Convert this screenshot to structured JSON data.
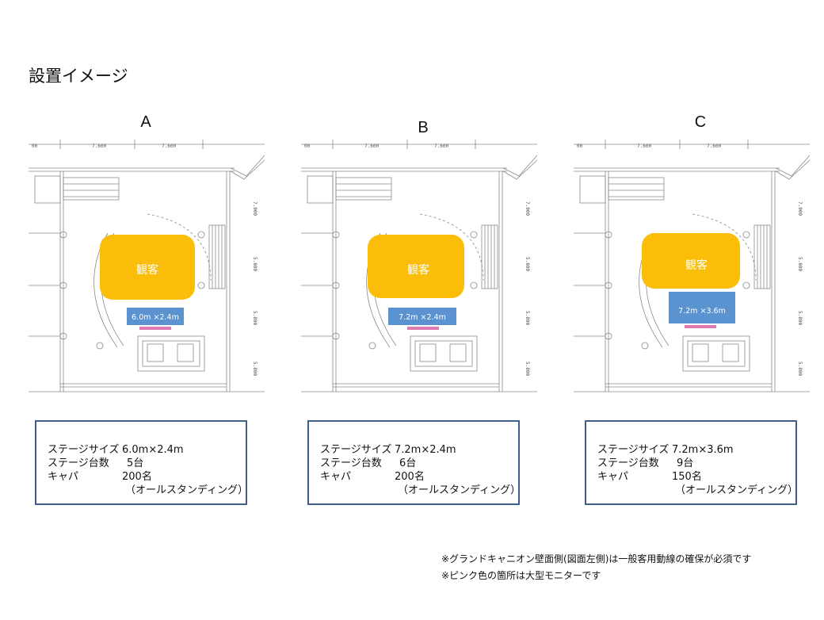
{
  "page": {
    "title": "設置イメージ"
  },
  "columns": [
    {
      "letter": "A",
      "audience_label": "観客",
      "stage_label": "6.0m ×2.4m",
      "info": {
        "size_label": "ステージサイズ",
        "size_value": "6.0m×2.4m",
        "count_label": "ステージ台数",
        "count_value": "5台",
        "cap_label": "キャパ",
        "cap_value": "200名",
        "cap_note": "（オールスタンディング）"
      }
    },
    {
      "letter": "B",
      "audience_label": "観客",
      "stage_label": "7.2m ×2.4m",
      "info": {
        "size_label": "ステージサイズ",
        "size_value": "7.2m×2.4m",
        "count_label": "ステージ台数",
        "count_value": "6台",
        "cap_label": "キャパ",
        "cap_value": "200名",
        "cap_note": "（オールスタンディング）"
      }
    },
    {
      "letter": "C",
      "audience_label": "観客",
      "stage_label": "7.2m ×3.6m",
      "info": {
        "size_label": "ステージサイズ",
        "size_value": "7.2m×3.6m",
        "count_label": "ステージ台数",
        "count_value": "9台",
        "cap_label": "キャパ",
        "cap_value": "150名",
        "cap_note": "（オールスタンディング）"
      }
    }
  ],
  "plan_dims": {
    "left": "7.600",
    "right": "7.600",
    "edge": "00",
    "side_a": "7.000",
    "side_b": "5.800",
    "side_c": "5.800",
    "side_d": "5.800"
  },
  "notes": [
    "※グランドキャニオン壁面側(図面左側)は一般客用動線の確保が必須です",
    "※ピンク色の箇所は大型モニターです"
  ],
  "colors": {
    "audience": "#f9bd0a",
    "stage": "#5b93d0",
    "monitor": "#e07ab0",
    "box_border": "#3f5f8a",
    "plan_line": "#8a8a8a"
  }
}
